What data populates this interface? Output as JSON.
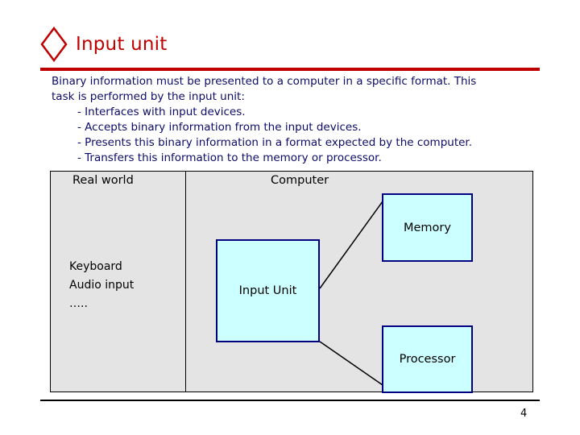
{
  "slide": {
    "title": "Input unit",
    "title_color": "#c00000",
    "bullet_icon": "diamond-bullet-icon",
    "body_lines": [
      {
        "text": "Binary information must be presented to a computer in a specific format. This",
        "indent": false
      },
      {
        "text": "task is performed by the input unit:",
        "indent": false
      },
      {
        "text": "- Interfaces with input devices.",
        "indent": true
      },
      {
        "text": "- Accepts binary information from the input devices.",
        "indent": true
      },
      {
        "text": "- Presents this binary information in a format expected by the computer.",
        "indent": true
      },
      {
        "text": "- Transfers this information to the memory or processor.",
        "indent": true
      }
    ],
    "diagram": {
      "left_label": "Real world",
      "right_label": "Computer",
      "device_list": "Keyboard\nAudio input\n…..",
      "boxes": [
        {
          "name": "input-unit-box",
          "label": "Input Unit"
        },
        {
          "name": "memory-box",
          "label": "Memory"
        },
        {
          "name": "processor-box",
          "label": "Processor"
        }
      ],
      "box_fill": "#ccffff",
      "box_border": "#000080",
      "panel_fill": "#e4e4e4"
    },
    "page_number": "4"
  }
}
